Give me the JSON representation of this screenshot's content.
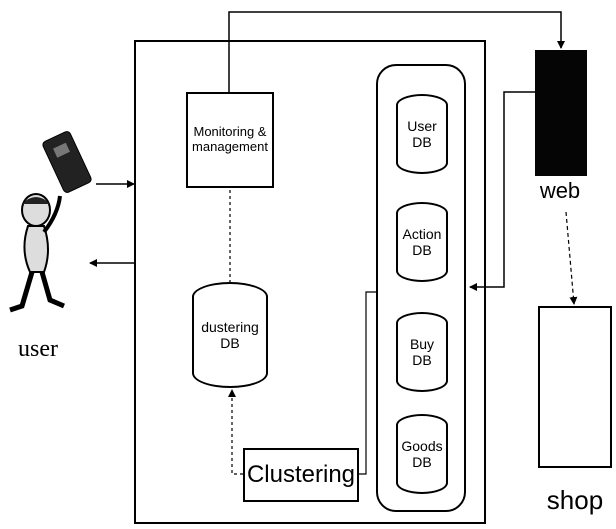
{
  "nodes": {
    "monitoring": {
      "label": "Monitoring & management"
    },
    "clustering_db": {
      "line1": "dustering",
      "line2": "DB"
    },
    "clustering": {
      "label": "Clustering"
    },
    "user_db": {
      "line1": "User",
      "line2": "DB"
    },
    "action_db": {
      "line1": "Action",
      "line2": "DB"
    },
    "buy_db": {
      "line1": "Buy",
      "line2": "DB"
    },
    "goods_db": {
      "line1": "Goods",
      "line2": "DB"
    }
  },
  "external": {
    "web": "web",
    "shop": "shop",
    "user": "user"
  },
  "icons": {
    "user": "person-with-phone-icon",
    "web": "server-tower-icon",
    "shop": "shop-building-icon"
  }
}
